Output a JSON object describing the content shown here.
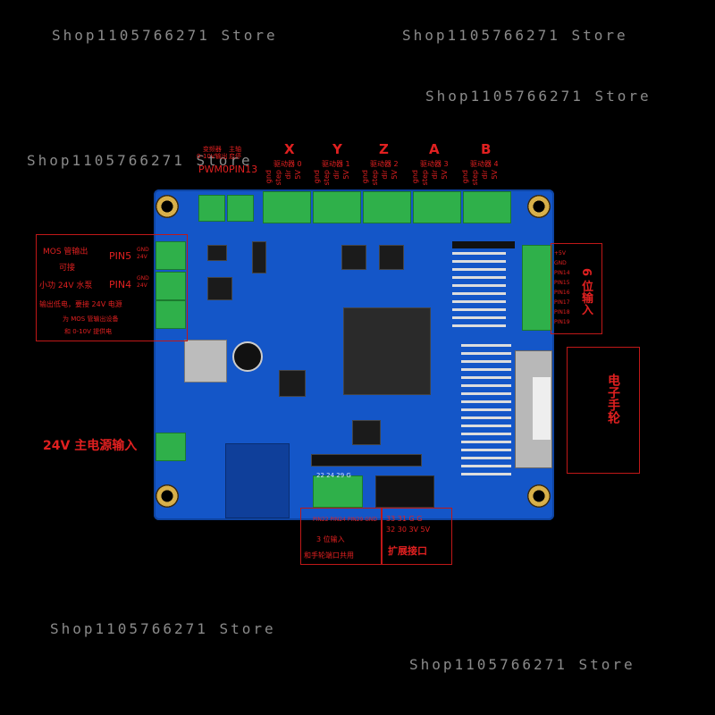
{
  "watermark": "Shop1105766271 Store",
  "top_labels": {
    "pwm_small": "变频器\n0-10V输出",
    "pwm": "PWM0",
    "pin13_small": "主轴\n启停",
    "pin13": "PIN13",
    "axes": [
      {
        "letter": "X",
        "driver": "驱动器 0"
      },
      {
        "letter": "Y",
        "driver": "驱动器 1"
      },
      {
        "letter": "Z",
        "driver": "驱动器 2"
      },
      {
        "letter": "A",
        "driver": "驱动器 3"
      },
      {
        "letter": "B",
        "driver": "驱动器 4"
      }
    ],
    "pins": [
      "gnd",
      "step",
      "dir",
      "5V"
    ]
  },
  "left_box": {
    "line1": "MOS 管输出",
    "line2": "可接",
    "line3": "小功 24V 水泵",
    "pin5": "PIN5",
    "pin4": "PIN4",
    "pin_sub": "GND\n24V",
    "line4": "输出低电，要接 24V 电源",
    "line5": "为 MOS 管输出设备",
    "line6": "和 0-10V 提供电"
  },
  "power_label": "24V 主电源输入",
  "right_input": {
    "title": "6 位输入",
    "pins": [
      "+5V",
      "GND",
      "PIN14",
      "PIN15",
      "PIN16",
      "PIN17",
      "PIN18",
      "PIN19"
    ]
  },
  "handwheel_label": "电子手轮",
  "bottom_input": {
    "pins": "22 24 29 G",
    "sub": "PIN22 PIN24 PIN29 GND",
    "line1": "3 位输入",
    "line2": "和手轮端口共用"
  },
  "expansion": {
    "row1": "33 31 G G",
    "row2": "32 30 3V 5V",
    "title": "扩展接口"
  },
  "colors": {
    "board": "#1456c8",
    "accent": "#e02020",
    "terminal": "#2fb04a"
  }
}
